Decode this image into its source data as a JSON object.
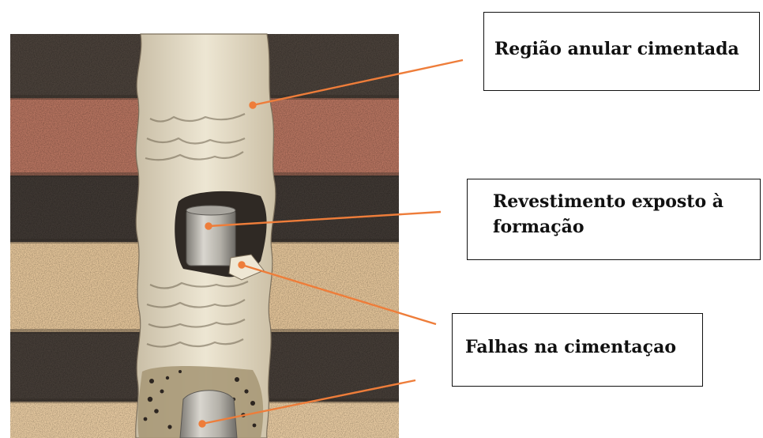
{
  "labels": {
    "annular_region": "Região anular cimentada",
    "casing_exposed_line1": "Revestimento exposto à",
    "casing_exposed_line2": "formação",
    "cementing_failures": "Falhas na cimentaçao"
  },
  "colors": {
    "arrow": "#ee7d3a",
    "dark_rock": "#4a413a",
    "red_rock": "#b5735f",
    "sand_rock": "#e0c195",
    "cement": "#e6ddc7",
    "casing": "#b8b5ae",
    "box_border": "#111111"
  }
}
